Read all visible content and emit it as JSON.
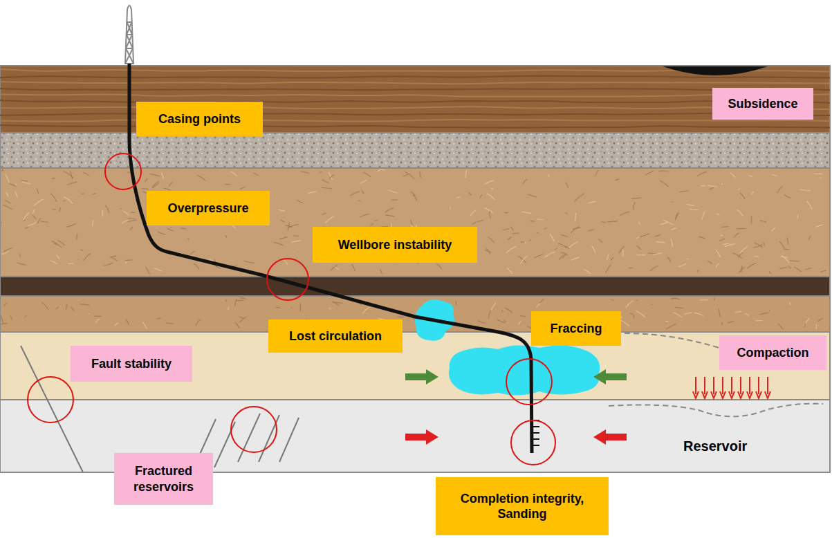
{
  "diagram": {
    "nodes": [
      {
        "text": [
          "Casing points"
        ]
      },
      {
        "text": [
          "Subsidence"
        ]
      },
      {
        "text": [
          "Overpressure"
        ]
      },
      {
        "text": [
          "Wellbore instability"
        ]
      },
      {
        "text": [
          "Lost circulation"
        ]
      },
      {
        "text": [
          "Fraccing"
        ]
      },
      {
        "text": [
          "Compaction"
        ]
      },
      {
        "text": [
          "Fault stability"
        ]
      },
      {
        "text": [
          "Fractured reservoirs"
        ]
      },
      {
        "text": [
          "Completion integrity, Sanding"
        ]
      }
    ],
    "edges": [],
    "labels": [
      "Reservoir"
    ]
  }
}
